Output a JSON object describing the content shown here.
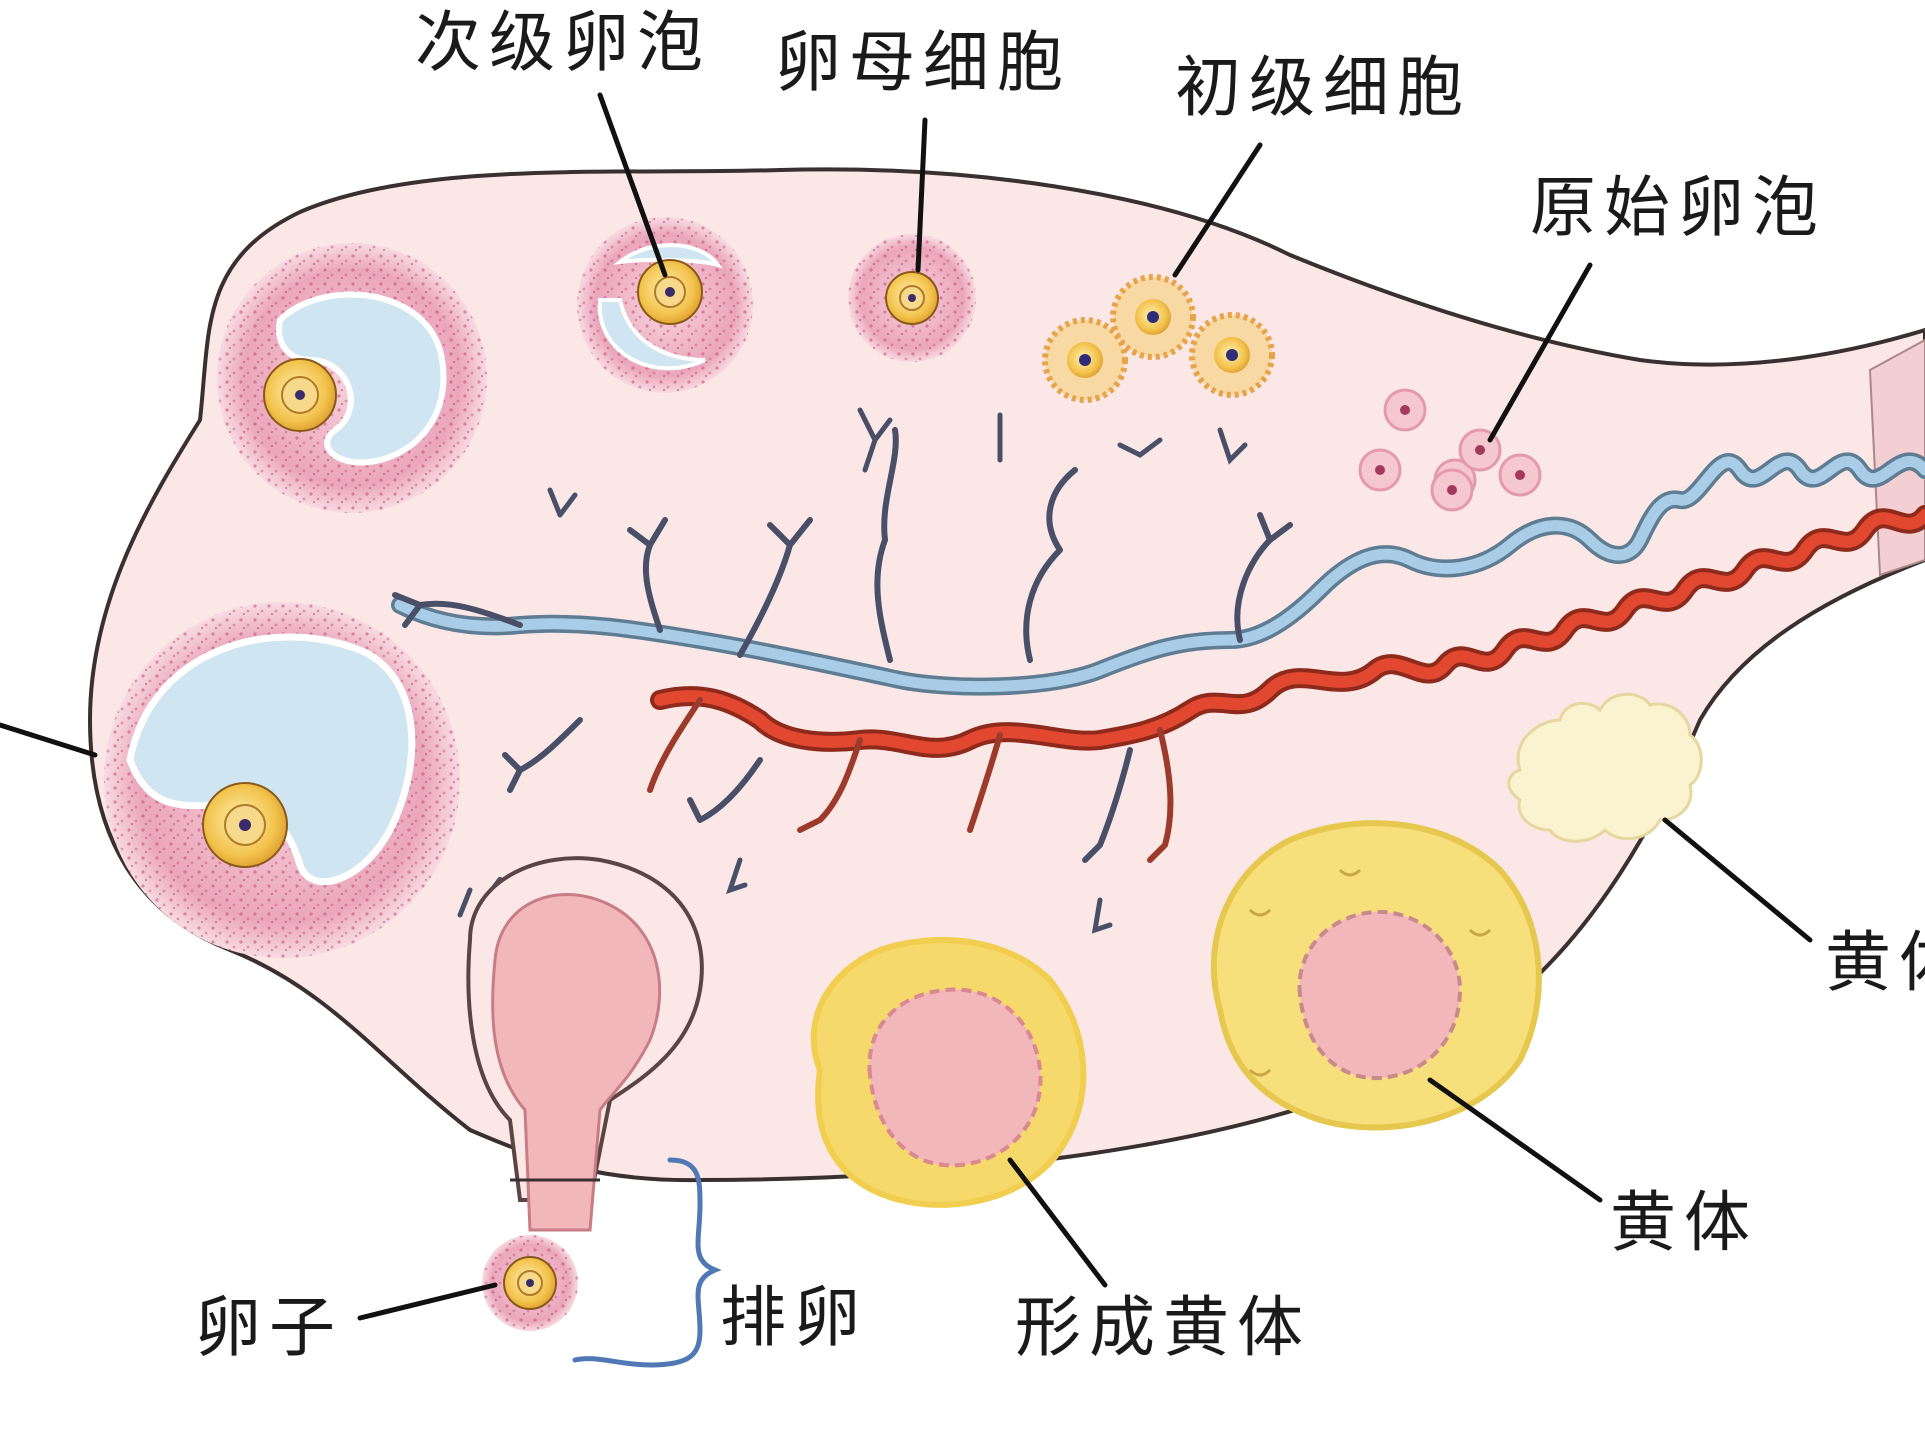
{
  "labels": {
    "secondary_follicle": "次级卵泡",
    "oocyte": "卵母细胞",
    "primary_cell": "初级细胞",
    "primordial_follicle": "原始卵泡",
    "corpus_luteum_partial": "黄体",
    "corpus_luteum": "黄体",
    "forming_corpus_luteum": "形成黄体",
    "ovulation": "排卵",
    "ovum": "卵子"
  },
  "colors": {
    "ovary_fill": "#fbe7e6",
    "ovary_stroke": "#3a3030",
    "granulosa": "#e79bb3",
    "antrum": "#cfe6f2",
    "egg": "#f2c24b",
    "yellow_body": "#f7df7c",
    "pink_core": "#f2b7ba",
    "artery": "#e2482f",
    "vein": "#9ec3dd",
    "corpus_albicans": "#fbf3cf"
  }
}
